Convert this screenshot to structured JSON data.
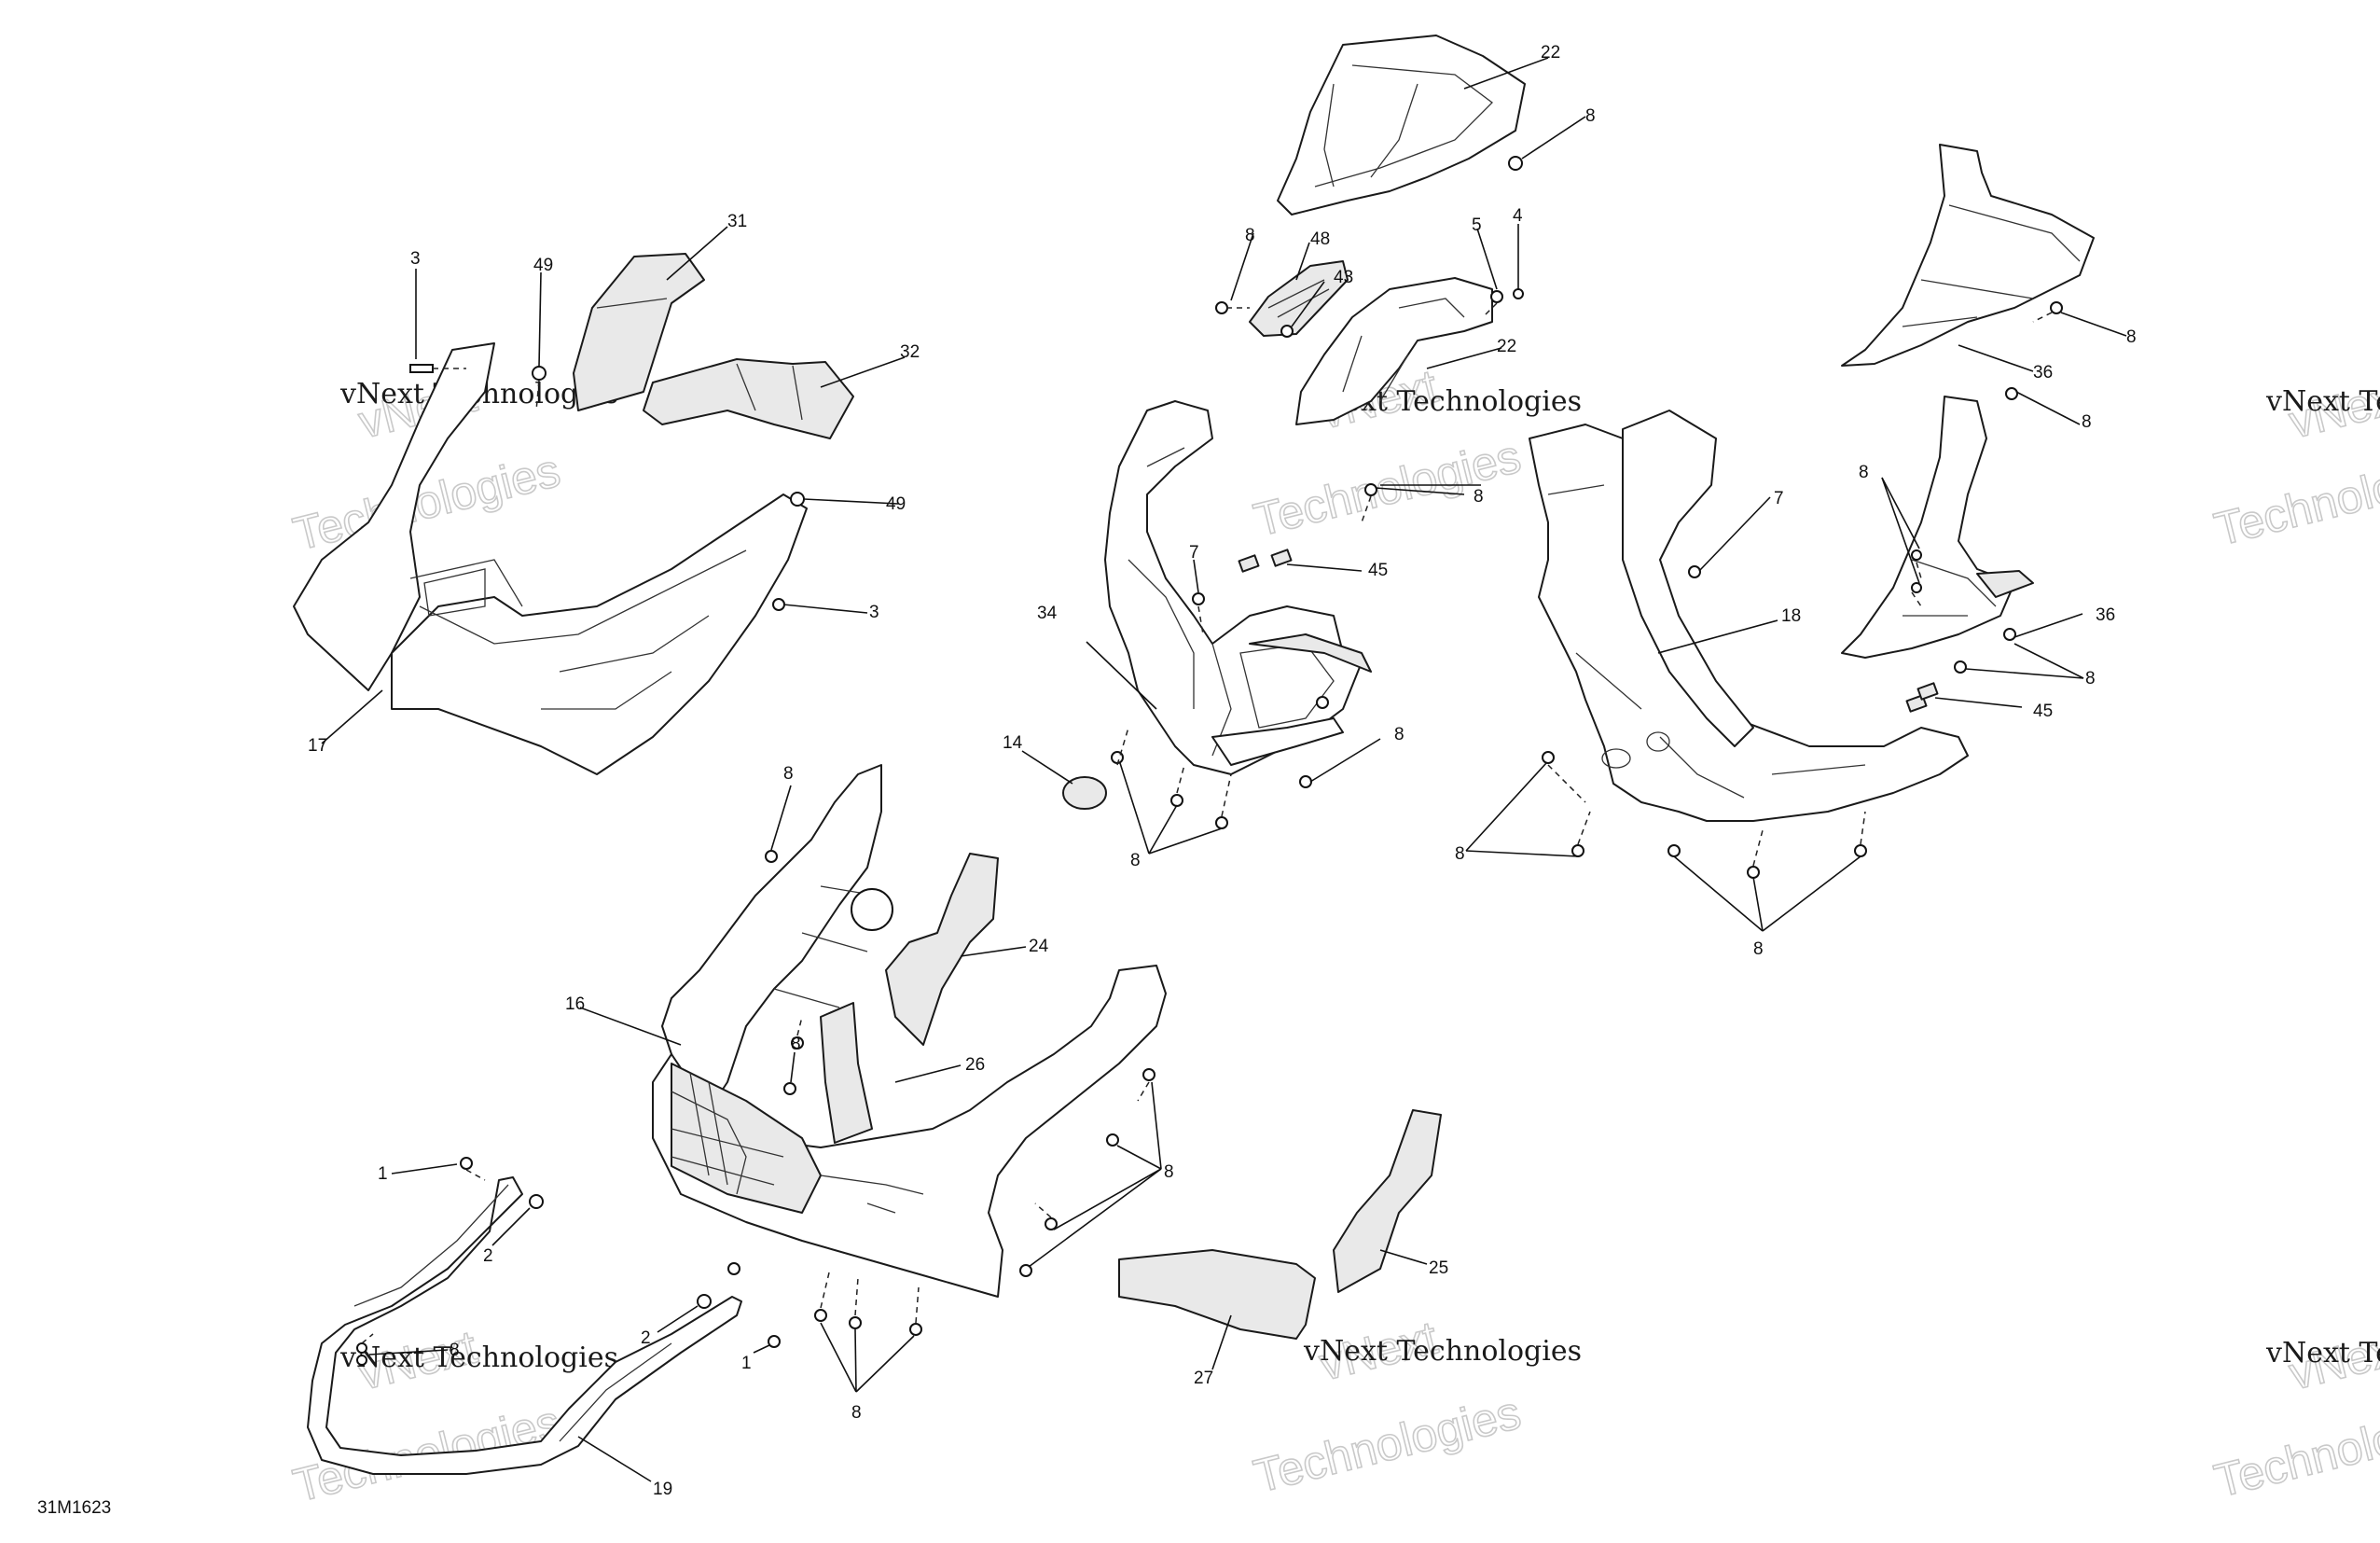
{
  "diagram": {
    "code": "31M1623",
    "watermark": {
      "line1": "vNext Technologies",
      "line2": "Technologies",
      "overlay": "vNext"
    },
    "callouts": [
      {
        "id": "c-22a",
        "label": "22"
      },
      {
        "id": "c-8a",
        "label": "8"
      },
      {
        "id": "c-31",
        "label": "31"
      },
      {
        "id": "c-3a",
        "label": "3"
      },
      {
        "id": "c-49a",
        "label": "49"
      },
      {
        "id": "c-32",
        "label": "32"
      },
      {
        "id": "c-8b",
        "label": "8"
      },
      {
        "id": "c-48",
        "label": "48"
      },
      {
        "id": "c-43",
        "label": "43"
      },
      {
        "id": "c-5",
        "label": "5"
      },
      {
        "id": "c-4",
        "label": "4"
      },
      {
        "id": "c-22b",
        "label": "22"
      },
      {
        "id": "c-8c",
        "label": "8"
      },
      {
        "id": "c-36a",
        "label": "36"
      },
      {
        "id": "c-8d",
        "label": "8"
      },
      {
        "id": "c-49b",
        "label": "49"
      },
      {
        "id": "c-3b",
        "label": "3"
      },
      {
        "id": "c-8e",
        "label": "8"
      },
      {
        "id": "c-7a",
        "label": "7"
      },
      {
        "id": "c-45a",
        "label": "45"
      },
      {
        "id": "c-34",
        "label": "34"
      },
      {
        "id": "c-7b",
        "label": "7"
      },
      {
        "id": "c-8f",
        "label": "8"
      },
      {
        "id": "c-36b",
        "label": "36"
      },
      {
        "id": "c-18",
        "label": "18"
      },
      {
        "id": "c-8g",
        "label": "8"
      },
      {
        "id": "c-45b",
        "label": "45"
      },
      {
        "id": "c-17",
        "label": "17"
      },
      {
        "id": "c-14",
        "label": "14"
      },
      {
        "id": "c-8h",
        "label": "8"
      },
      {
        "id": "c-8i",
        "label": "8"
      },
      {
        "id": "c-8j",
        "label": "8"
      },
      {
        "id": "c-8k",
        "label": "8"
      },
      {
        "id": "c-8l",
        "label": "8"
      },
      {
        "id": "c-24",
        "label": "24"
      },
      {
        "id": "c-16",
        "label": "16"
      },
      {
        "id": "c-26",
        "label": "26"
      },
      {
        "id": "c-8m",
        "label": "8"
      },
      {
        "id": "c-8n",
        "label": "8"
      },
      {
        "id": "c-1a",
        "label": "1"
      },
      {
        "id": "c-2a",
        "label": "2"
      },
      {
        "id": "c-25",
        "label": "25"
      },
      {
        "id": "c-8o",
        "label": "8"
      },
      {
        "id": "c-2b",
        "label": "2"
      },
      {
        "id": "c-1b",
        "label": "1"
      },
      {
        "id": "c-27",
        "label": "27"
      },
      {
        "id": "c-8p",
        "label": "8"
      },
      {
        "id": "c-19",
        "label": "19"
      }
    ]
  }
}
